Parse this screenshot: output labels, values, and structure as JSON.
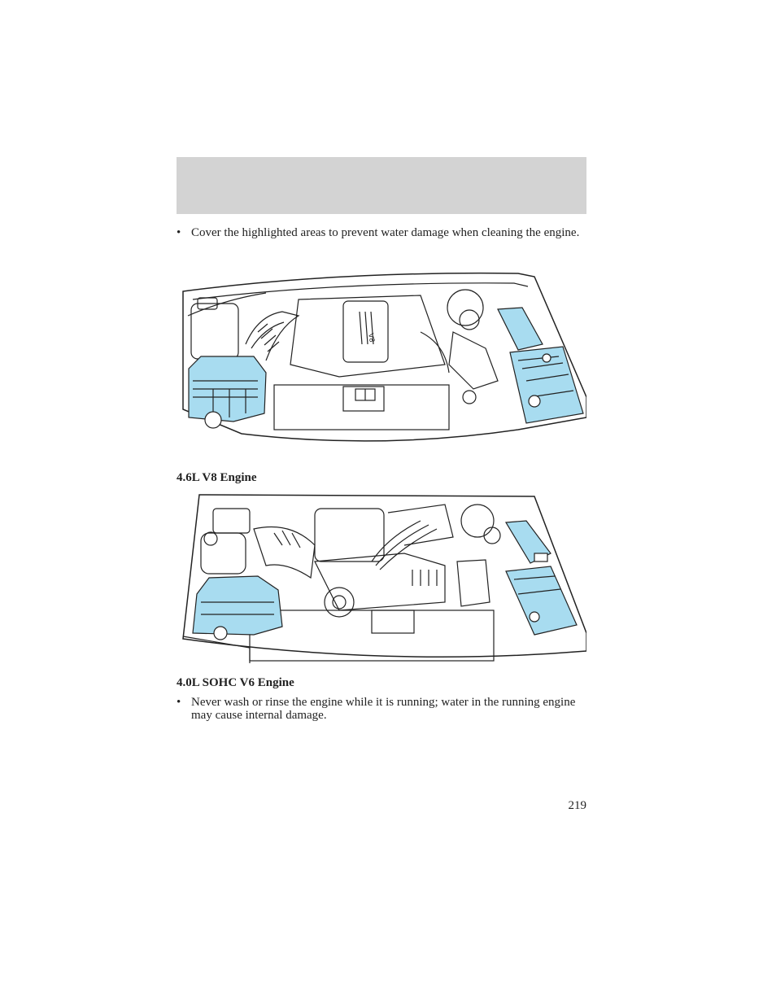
{
  "header": {
    "band_color": "#d3d3d3"
  },
  "bullets": [
    {
      "marker": "•",
      "text": "Cover the highlighted areas to prevent water damage when cleaning the engine."
    },
    {
      "marker": "•",
      "text": "Never wash or rinse the engine while it is running; water in the running engine may cause internal damage."
    }
  ],
  "figures": [
    {
      "caption": "4.6L V8 Engine",
      "engine_badge": "V8",
      "highlight_color": "#a8dcf0"
    },
    {
      "caption": "4.0L SOHC V6 Engine",
      "highlight_color": "#a8dcf0"
    }
  ],
  "page_number": "219"
}
